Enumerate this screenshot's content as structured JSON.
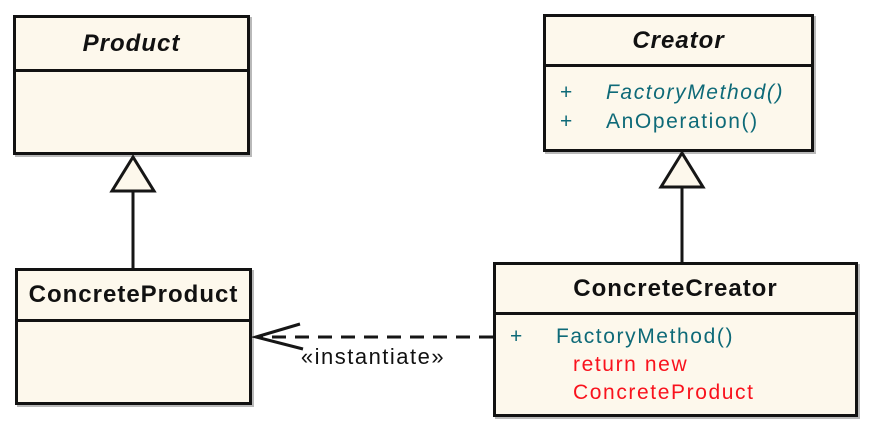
{
  "classes": {
    "product": {
      "name": "Product",
      "abstract": true,
      "methods": []
    },
    "creator": {
      "name": "Creator",
      "abstract": true,
      "methods": [
        {
          "visibility": "+",
          "signature": "FactoryMethod()",
          "abstract": true
        },
        {
          "visibility": "+",
          "signature": "AnOperation()",
          "abstract": false
        }
      ]
    },
    "concrete_product": {
      "name": "ConcreteProduct",
      "abstract": false,
      "methods": []
    },
    "concrete_creator": {
      "name": "ConcreteCreator",
      "abstract": false,
      "methods": [
        {
          "visibility": "+",
          "signature": "FactoryMethod()",
          "abstract": false
        }
      ],
      "note_lines": [
        "return new",
        "ConcreteProduct"
      ]
    }
  },
  "relations": {
    "instantiate": {
      "label": "«instantiate»",
      "style": "dashed-open-arrow"
    },
    "generalization_left": {
      "from": "ConcreteProduct",
      "to": "Product",
      "style": "hollow-triangle"
    },
    "generalization_right": {
      "from": "ConcreteCreator",
      "to": "Creator",
      "style": "hollow-triangle"
    }
  },
  "colors": {
    "class_fill": "#FDF8EC",
    "border_black": "#121212",
    "method_teal": "#0E6A78",
    "note_red": "#F9121D",
    "shadow_gray": "#b9b9b9"
  }
}
